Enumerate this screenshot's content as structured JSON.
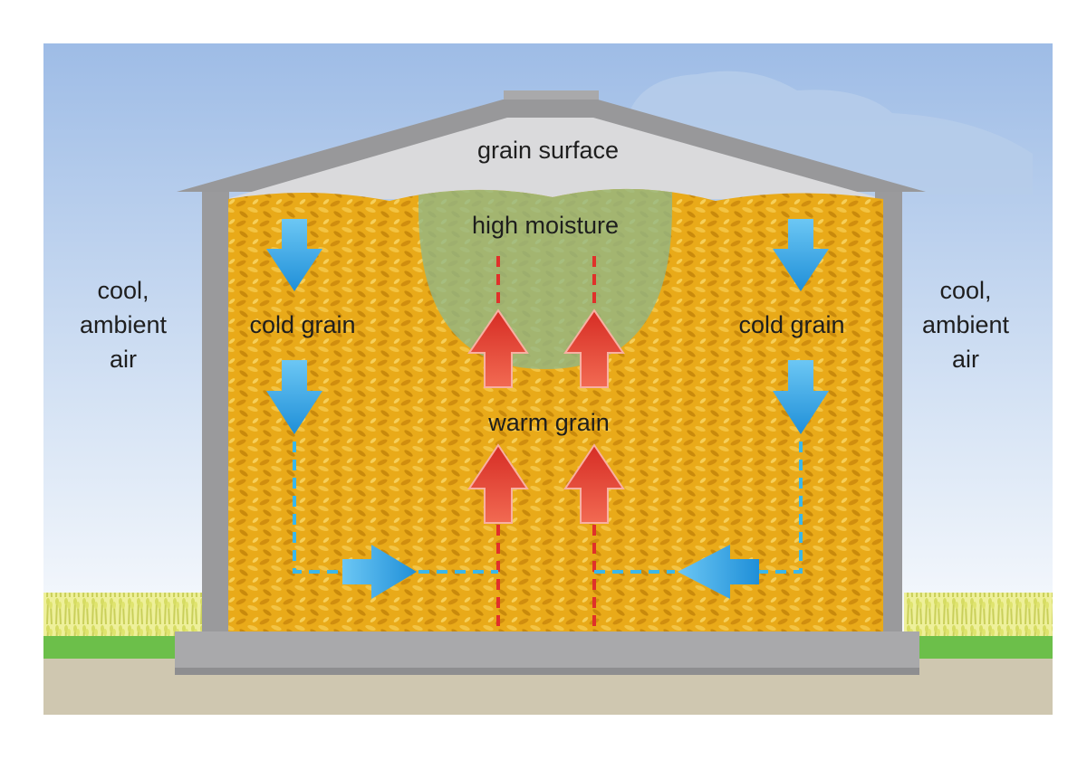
{
  "labels": {
    "grain_surface": "grain surface",
    "high_moisture": "high moisture",
    "cold_grain_left": "cold grain",
    "cold_grain_right": "cold grain",
    "warm_grain": "warm grain",
    "ambient_left": [
      "cool,",
      "ambient",
      "air"
    ],
    "ambient_right": [
      "cool,",
      "ambient",
      "air"
    ]
  },
  "colors": {
    "sky_top": "#9ebce6",
    "sky_bottom": "#ffffff",
    "grain": "#e9aa19",
    "building": "#9a9a9c",
    "roof_space": "#dadadc",
    "moisture_zone": "#8fb889",
    "cold_arrow": "#3aa8e6",
    "warm_arrow": "#e23c2e",
    "ground": "#cfc7b0",
    "grass": "#6cbf4a"
  },
  "icons": {
    "cold_flow": "down-arrow-icon",
    "warm_flow": "up-arrow-icon"
  }
}
